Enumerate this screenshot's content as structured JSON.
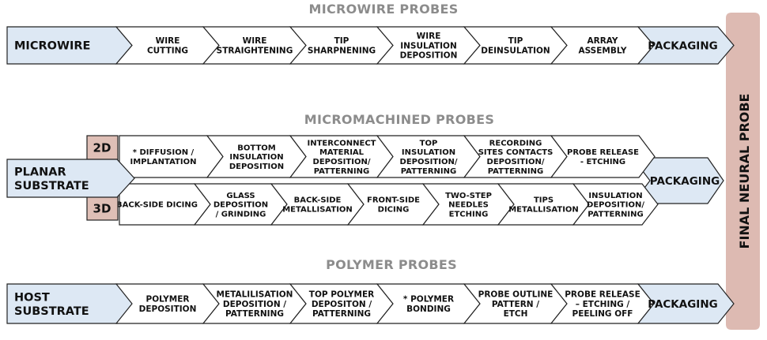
{
  "sections": {
    "microwire": "MICROWIRE PROBES",
    "micromachined": "MICROMACHINED PROBES",
    "polymer": "POLYMER PROBES"
  },
  "final_label": "FINAL NEURAL PROBE",
  "microwire": {
    "start": [
      "MICROWIRE"
    ],
    "steps": [
      [
        "WIRE",
        "CUTTING"
      ],
      [
        "WIRE",
        "STRAIGHTENING"
      ],
      [
        "TIP",
        "SHARPNENING"
      ],
      [
        "WIRE",
        "INSULATION",
        "DEPOSITION"
      ],
      [
        "TIP",
        "DEINSULATION"
      ],
      [
        "ARRAY",
        "ASSEMBLY"
      ]
    ],
    "end": [
      "PACKAGING"
    ]
  },
  "micromachined": {
    "start": [
      "PLANAR",
      "SUBSTRATE"
    ],
    "tag_2d": "2D",
    "tag_3d": "3D",
    "steps_2d": [
      [
        "* DIFFUSION /",
        "IMPLANTATION"
      ],
      [
        "BOTTOM",
        "INSULATION",
        "DEPOSITION"
      ],
      [
        "INTERCONNECT",
        "MATERIAL",
        "DEPOSITION/",
        "PATTERNING"
      ],
      [
        "TOP",
        "INSULATION",
        "DEPOSITION/",
        "PATTERNING"
      ],
      [
        "RECORDING",
        "SITES CONTACTS",
        "DEPOSITION/",
        "PATTERNING"
      ],
      [
        "PROBE RELEASE",
        "- ETCHING"
      ]
    ],
    "steps_3d": [
      [
        "BACK-SIDE DICING"
      ],
      [
        "GLASS",
        "DEPOSITION",
        "/ GRINDING"
      ],
      [
        "BACK-SIDE",
        "METALLISATION"
      ],
      [
        "FRONT-SIDE",
        "DICING"
      ],
      [
        "TWO-STEP",
        "NEEDLES",
        "ETCHING"
      ],
      [
        "TIPS",
        "METALLISATION"
      ],
      [
        "INSULATION",
        "DEPOSITION/",
        "PATTERNING"
      ]
    ],
    "end": [
      "PACKAGING"
    ]
  },
  "polymer": {
    "start": [
      "HOST",
      "SUBSTRATE"
    ],
    "steps": [
      [
        "POLYMER",
        "DEPOSITION"
      ],
      [
        "METALILISATION",
        "DEPOSITION /",
        "PATTERNING"
      ],
      [
        "TOP POLYMER",
        "DEPOSITON /",
        "PATTERNING"
      ],
      [
        "* POLYMER",
        "BONDING"
      ],
      [
        "PROBE OUTLINE",
        "PATTERN /",
        "ETCH"
      ],
      [
        "PROBE RELEASE",
        "– ETCHING /",
        "PEELING OFF"
      ]
    ],
    "end": [
      "PACKAGING"
    ]
  },
  "colors": {
    "start_fill": "#dde8f4",
    "step_fill": "#ffffff",
    "tag_fill": "#dfbfb6",
    "final_fill": "#ddbab2",
    "stroke": "#222222",
    "title": "#8c8c8c"
  }
}
